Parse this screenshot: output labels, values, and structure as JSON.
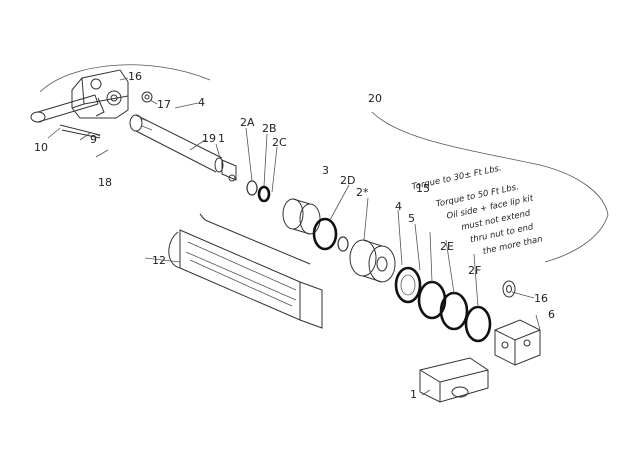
{
  "labels": {
    "l10": "10",
    "l9": "9",
    "l16a": "16",
    "l17": "17",
    "l4": "4",
    "l18": "18",
    "l19": "19",
    "l1": "1",
    "l2a": "2A",
    "l2b": "2B",
    "l2c": "2C",
    "l20": "20",
    "l3": "3",
    "l2d": "2D",
    "l2star": "2*",
    "l12": "12",
    "l4b": "4",
    "l5": "5",
    "l15": "15",
    "l2e": "2E",
    "l2f": "2F",
    "l16b": "16",
    "l6": "6",
    "l1b": "1"
  },
  "notes": {
    "n1": "Torque to 30± Ft Lbs.",
    "n2": "Torque to 50 Ft Lbs.",
    "n3": "Oil side + face lip kit",
    "n4": "must not extend",
    "n5": "thru nut to end",
    "n6": "the more than"
  }
}
